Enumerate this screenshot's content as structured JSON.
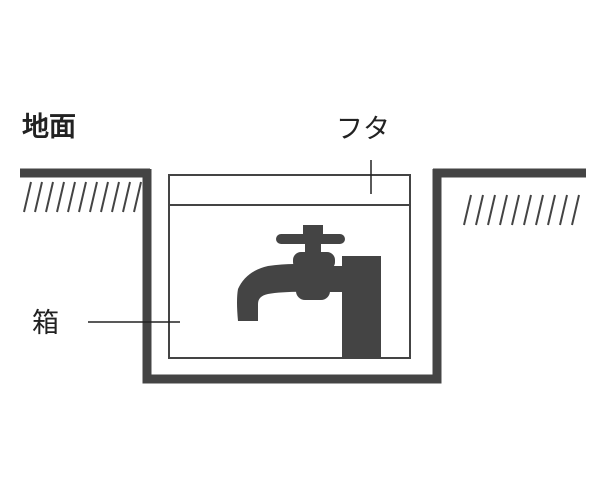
{
  "labels": {
    "ground": "地面",
    "lid": "フタ",
    "box": "箱"
  },
  "colors": {
    "structure": "#444444",
    "text": "#222222",
    "background": "#ffffff"
  },
  "icons": {
    "faucet": "faucet-icon"
  }
}
